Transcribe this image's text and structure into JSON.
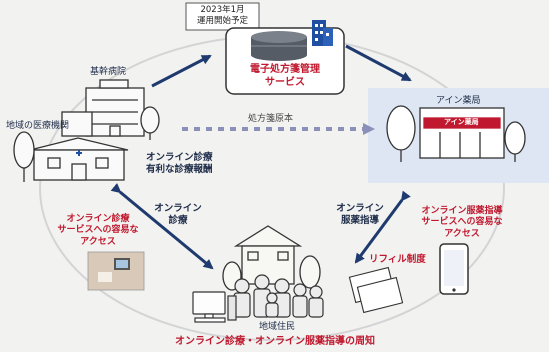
{
  "release_note": "2023年1月\n運用開始予定",
  "service": {
    "line1": "電子処方箋管理",
    "line2": "サービス"
  },
  "core_hospital": "基幹病院",
  "local_clinic": "地域の医療機関",
  "pharmacy": {
    "label": "アイン薬局",
    "sign": "アイン薬局"
  },
  "prescription_original": "処方箋原本",
  "online_consult_fee": "オンライン診療\n有利な診療報酬",
  "online_consult": "オンライン\n診療",
  "online_guidance": "オンライン\n服薬指導",
  "consult_access": "オンライン診療\nサービスへの容易な\nアクセス",
  "guidance_access": "オンライン服薬指導\nサービスへの容易な\nアクセス",
  "refill": "リフィル制度",
  "residents": "地域住民",
  "bottom_caption": "オンライン診療・オンライン服薬指導の周知",
  "colors": {
    "navy": "#1f3a6e",
    "red": "#c0192f",
    "grey_arrow": "#8a90b8",
    "cylinder": "#555c66"
  }
}
